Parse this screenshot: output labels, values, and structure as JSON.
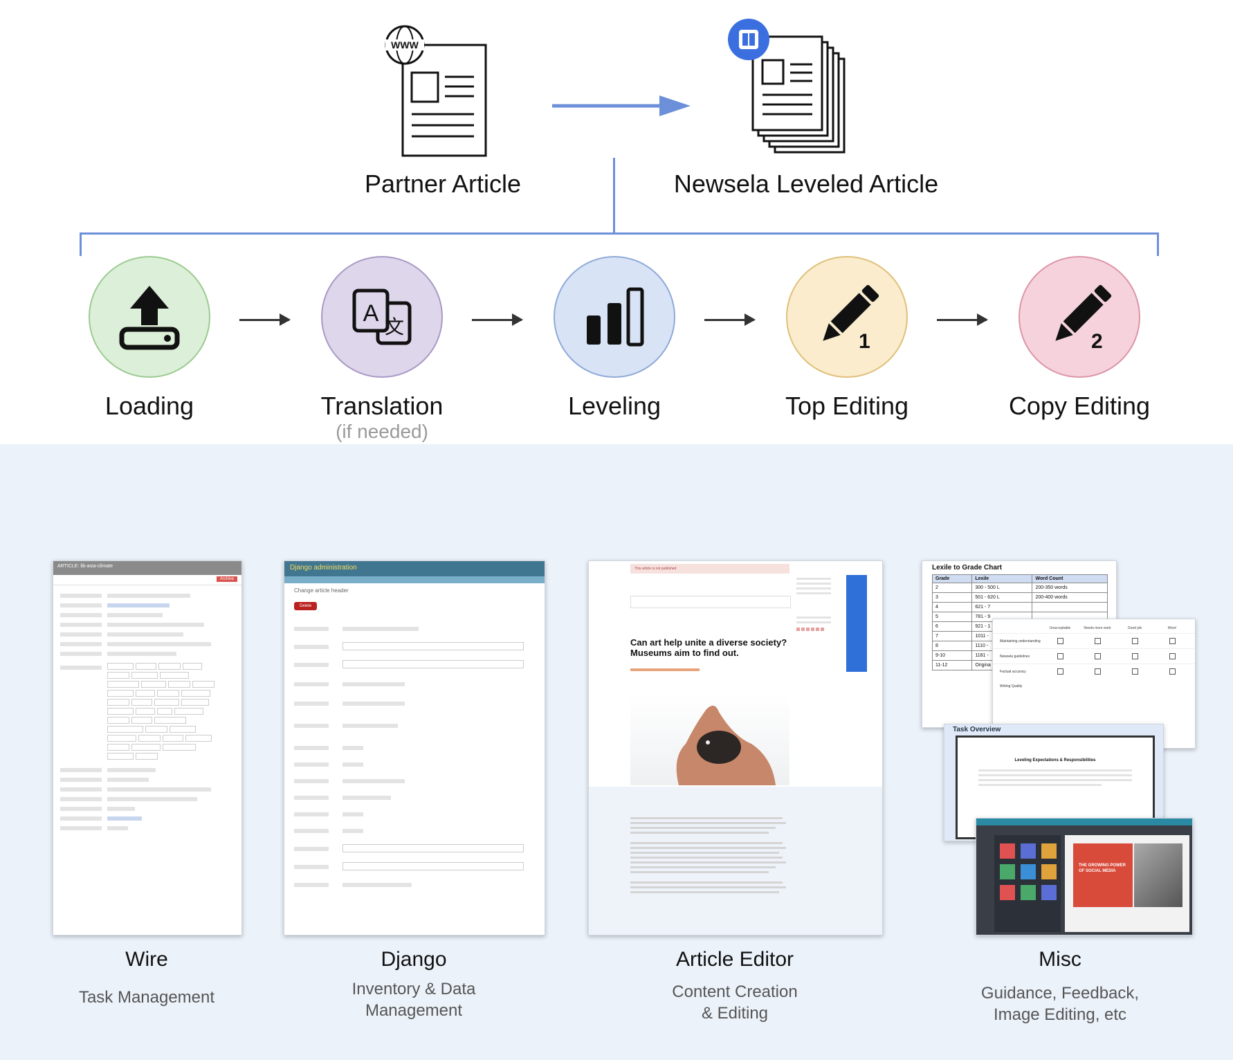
{
  "top": {
    "partner_article": {
      "title": "Partner Article",
      "icon": "document-web-icon",
      "web_label": "WWW"
    },
    "leveled_article": {
      "title": "Newsela Leveled Article",
      "icon": "stacked-documents-icon"
    },
    "colors": {
      "connector": "#6b8fd9",
      "arrow": "#333333"
    }
  },
  "steps": [
    {
      "label": "Loading",
      "note": "",
      "icon": "upload-icon",
      "fill": "#dcefd8",
      "border": "#9ccb92"
    },
    {
      "label": "Translation",
      "note": "(if needed)",
      "icon": "translate-icon",
      "fill": "#ded6ea",
      "border": "#a999c6"
    },
    {
      "label": "Leveling",
      "note": "",
      "icon": "bar-chart-icon",
      "fill": "#d8e4f6",
      "border": "#8fa9d8"
    },
    {
      "label": "Top Editing",
      "note": "",
      "icon": "pencil-1-icon",
      "badge": "1",
      "fill": "#faeccd",
      "border": "#e0c07a"
    },
    {
      "label": "Copy Editing",
      "note": "",
      "icon": "pencil-2-icon",
      "badge": "2",
      "fill": "#f6d3dc",
      "border": "#dc95a8"
    }
  ],
  "tools": [
    {
      "name": "Wire",
      "desc": "Task Management",
      "screenshot": {
        "header": "ARTICLE: lib-asia-climate",
        "button": "Archive"
      }
    },
    {
      "name": "Django",
      "desc": "Inventory & Data Management",
      "screenshot": {
        "header": "Django administration",
        "subheader": "Change article header",
        "button": "Delete"
      }
    },
    {
      "name": "Article Editor",
      "desc": "Content Creation & Editing",
      "screenshot": {
        "banner": "This article is not published",
        "headline": "Can art help unite a diverse society? Museums aim to find out."
      }
    },
    {
      "name": "Misc",
      "desc": "Guidance, Feedback, Image Editing, etc",
      "screenshot": {
        "chart_title": "Lexile to Grade Chart",
        "chart_headers": [
          "Grade",
          "Lexile",
          "Word Count"
        ],
        "chart_rows": [
          [
            "2",
            "300 - 500 L",
            "200-350 words"
          ],
          [
            "3",
            "501 - 620 L",
            "200-400 words"
          ],
          [
            "4",
            "621 - 7",
            ""
          ],
          [
            "5",
            "781 - 9",
            ""
          ],
          [
            "6",
            "921 - 1",
            ""
          ],
          [
            "7",
            "1011 -",
            ""
          ],
          [
            "8",
            "1110 -",
            ""
          ],
          [
            "9-10",
            "1181 -",
            ""
          ],
          [
            "11-12",
            "Origina",
            ""
          ]
        ],
        "rubric_headers": [
          "Unacceptable",
          "Needs more work",
          "Good job",
          "Wow!"
        ],
        "rubric_rows": [
          "Maintaining understanding",
          "Newsela guidelines",
          "Factual accuracy"
        ],
        "rubric_footer": "Writing Quality",
        "task_title": "Task Overview",
        "task_heading": "Leveling Expectations & Responsibilities",
        "media_title": "THE GROWING POWER OF SOCIAL MEDIA"
      }
    }
  ]
}
